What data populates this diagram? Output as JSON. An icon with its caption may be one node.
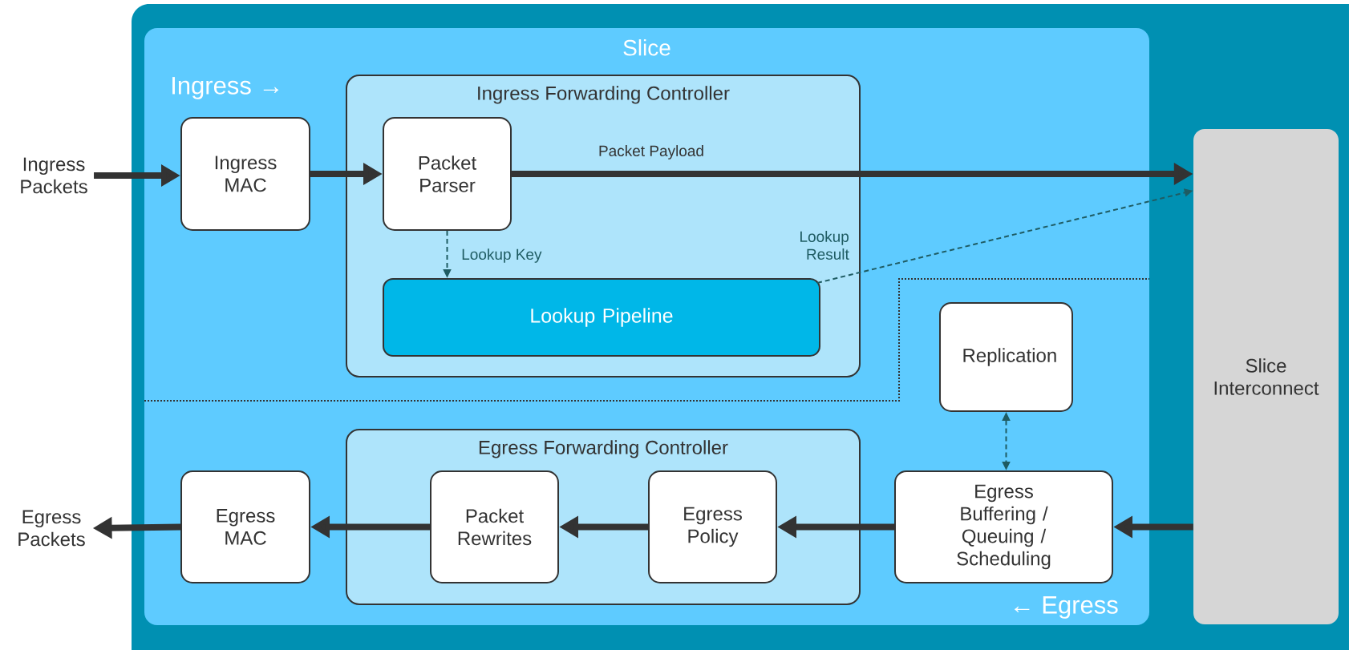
{
  "diagram": {
    "nodes": [
      {
        "text": [
          "Ingress Packets"
        ]
      },
      {
        "text": [
          "Slice"
        ]
      },
      {
        "text": [
          "Ingress MAC"
        ],
        "in": 1
      },
      {
        "text": [
          "Ingress Forwarding Controller"
        ],
        "in": 1
      },
      {
        "text": [
          "Packet Parser"
        ],
        "in": 3
      },
      {
        "text": [
          "Lookup Pipeline"
        ],
        "in": 3
      },
      {
        "text": [
          "Slice Interconnect"
        ]
      },
      {
        "text": [
          "Replication"
        ],
        "in": 1
      },
      {
        "text": [
          "Egress Packets"
        ]
      },
      {
        "text": [
          "Egress MAC"
        ],
        "in": 1
      },
      {
        "text": [
          "Egress Forwarding Controller"
        ],
        "in": 1
      },
      {
        "text": [
          "Packet Rewrites"
        ],
        "in": 10
      },
      {
        "text": [
          "Egress Policy"
        ],
        "in": 10
      },
      {
        "text": [
          "Egress Buffering / Queuing / Scheduling"
        ],
        "in": 1
      }
    ],
    "edges": [
      {
        "from": 0,
        "to": 2,
        "arrow": "to"
      },
      {
        "from": 2,
        "to": 4,
        "arrow": "to"
      },
      {
        "from": 4,
        "to": 6,
        "arrow": "to",
        "label": "Packet Payload"
      },
      {
        "from": 4,
        "to": 5,
        "arrow": "to",
        "label": "Lookup Key",
        "style": "dashed",
        "color": "#1f5c63"
      },
      {
        "from": 5,
        "to": 6,
        "arrow": "to",
        "label": "Lookup Result",
        "style": "dashed",
        "color": "#1f5c63"
      },
      {
        "from": 7,
        "to": 13,
        "arrow": "both",
        "style": "dashed",
        "color": "#1f5c63"
      },
      {
        "from": 6,
        "to": 13,
        "arrow": "to"
      },
      {
        "from": 13,
        "to": 12,
        "arrow": "to"
      },
      {
        "from": 12,
        "to": 11,
        "arrow": "to"
      },
      {
        "from": 11,
        "to": 9,
        "arrow": "to"
      },
      {
        "from": 9,
        "to": 8,
        "arrow": "to"
      }
    ],
    "labels": [
      "Ingress →",
      "← Egress"
    ]
  }
}
